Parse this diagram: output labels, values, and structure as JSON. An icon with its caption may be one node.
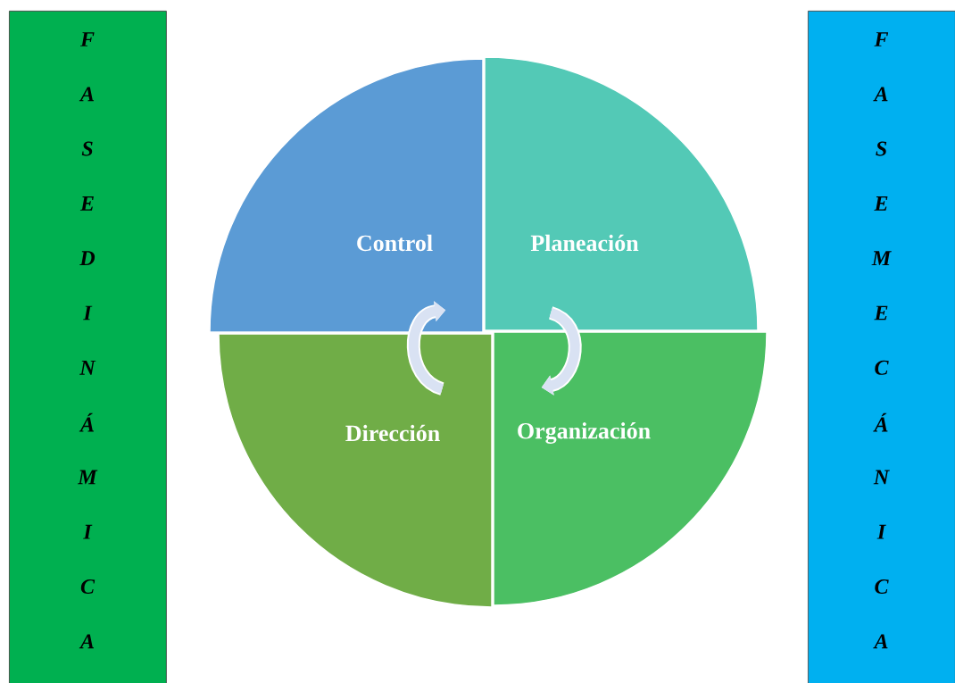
{
  "diagram": {
    "nodes": [
      {
        "text": [
          "F",
          "A",
          "S",
          "E",
          "D",
          "I",
          "N",
          "Á",
          "M",
          "I",
          "C",
          "A"
        ]
      },
      {
        "text": [
          "Control"
        ]
      },
      {
        "text": [
          "Planeación"
        ]
      },
      {
        "text": [
          "Dirección"
        ]
      },
      {
        "text": [
          "Organización"
        ]
      },
      {
        "text": [
          "F",
          "A",
          "S",
          "E",
          "M",
          "E",
          "C",
          "Á",
          "N",
          "I",
          "C",
          "A"
        ]
      }
    ],
    "edges": [
      {
        "from": 3,
        "to": 1,
        "arrow": "to"
      },
      {
        "from": 2,
        "to": 4,
        "arrow": "to"
      }
    ]
  }
}
